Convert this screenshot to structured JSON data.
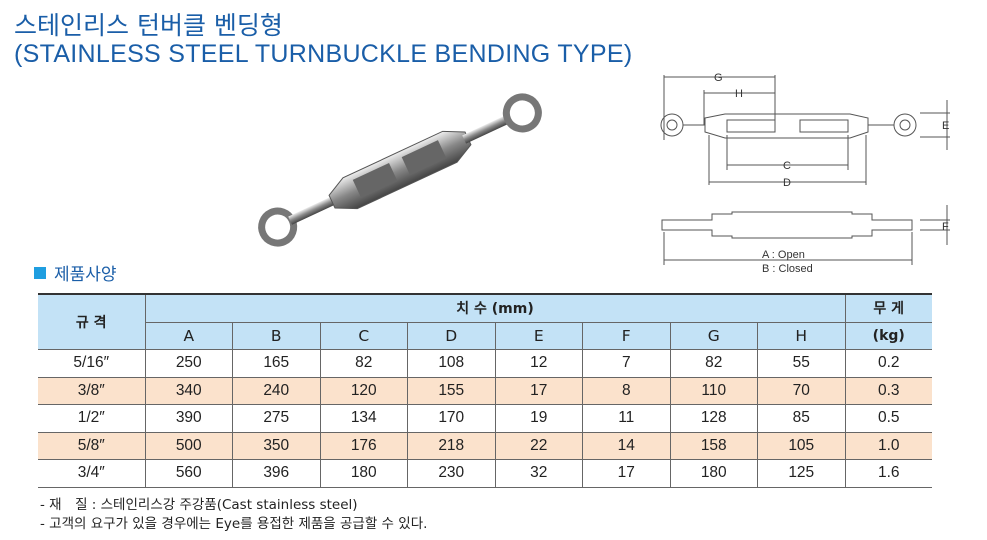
{
  "title_ko": "스테인리스 턴버클 벤딩형",
  "title_en": "(STAINLESS STEEL TURNBUCKLE BENDING TYPE)",
  "diagram": {
    "labels": {
      "G": "G",
      "H": "H",
      "C": "C",
      "D": "D",
      "E": "E",
      "F": "F"
    },
    "legend_a": "A : Open",
    "legend_b": "B : Closed"
  },
  "section_title": "제품사양",
  "table": {
    "spec_header": "규 격",
    "dim_header": "치  수 (mm)",
    "weight_header": "무 게",
    "weight_unit": "(kg)",
    "columns": [
      "A",
      "B",
      "C",
      "D",
      "E",
      "F",
      "G",
      "H"
    ],
    "rows": [
      {
        "spec": "5/16″",
        "values": [
          "250",
          "165",
          "82",
          "108",
          "12",
          "7",
          "82",
          "55"
        ],
        "weight": "0.2"
      },
      {
        "spec": "3/8″",
        "values": [
          "340",
          "240",
          "120",
          "155",
          "17",
          "8",
          "110",
          "70"
        ],
        "weight": "0.3"
      },
      {
        "spec": "1/2″",
        "values": [
          "390",
          "275",
          "134",
          "170",
          "19",
          "11",
          "128",
          "85"
        ],
        "weight": "0.5"
      },
      {
        "spec": "5/8″",
        "values": [
          "500",
          "350",
          "176",
          "218",
          "22",
          "14",
          "158",
          "105"
        ],
        "weight": "1.0"
      },
      {
        "spec": "3/4″",
        "values": [
          "560",
          "396",
          "180",
          "230",
          "32",
          "17",
          "180",
          "125"
        ],
        "weight": "1.6"
      }
    ]
  },
  "notes": [
    "- 재　질 : 스테인리스강 주강품(Cast stainless steel)",
    "- 고객의 요구가 있을 경우에는 Eye를 용접한 제품을 공급할 수 있다."
  ]
}
